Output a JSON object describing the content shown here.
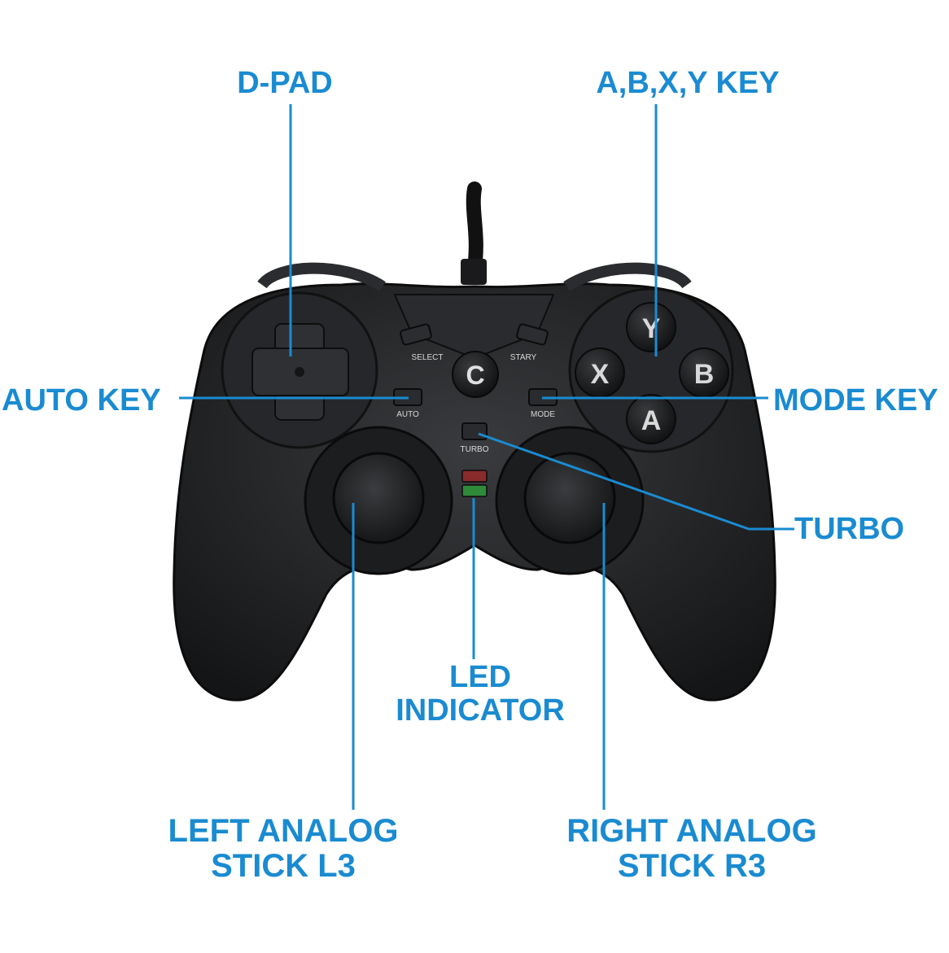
{
  "labels": {
    "dpad": "D-PAD",
    "abxy": "A,B,X,Y KEY",
    "auto_key": "AUTO KEY",
    "mode_key": "MODE KEY",
    "turbo": "TURBO",
    "led": [
      "LED",
      "INDICATOR"
    ],
    "left_stick": [
      "LEFT ANALOG",
      "STICK L3"
    ],
    "right_stick": [
      "RIGHT ANALOG",
      "STICK R3"
    ]
  },
  "controller": {
    "face_buttons": {
      "y": "Y",
      "x": "X",
      "b": "B",
      "a": "A"
    },
    "center_button": "C",
    "small_labels": {
      "select": "SELECT",
      "start": "STARY",
      "auto": "AUTO",
      "mode": "MODE",
      "turbo": "TURBO"
    }
  },
  "colors": {
    "label": "#1a8bd1",
    "body": "#1e1f21",
    "led_red": "#8a2b2b",
    "led_green": "#2f8a3a"
  },
  "icons": [
    "d-pad-icon",
    "analog-stick-icon",
    "led-icon",
    "cable-icon"
  ]
}
